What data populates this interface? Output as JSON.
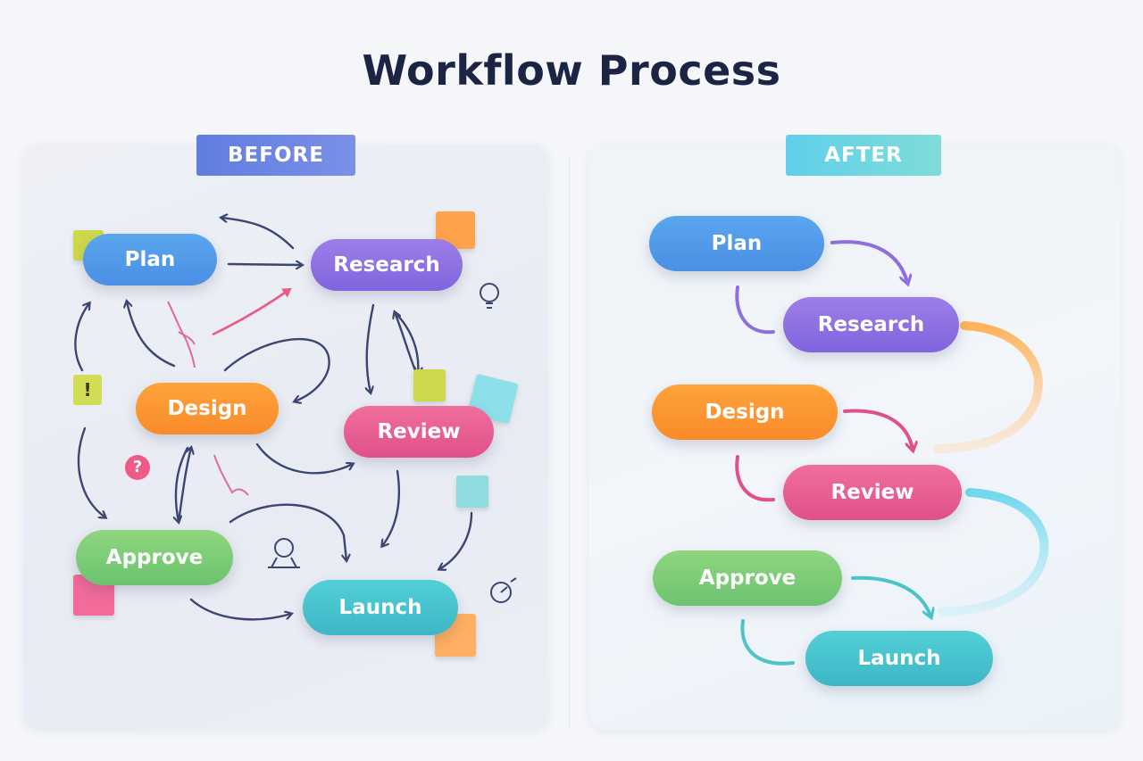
{
  "title": "Workflow Process",
  "before": {
    "label": "BEFORE",
    "steps": [
      "Plan",
      "Research",
      "Design",
      "Review",
      "Approve",
      "Launch"
    ]
  },
  "after": {
    "label": "AFTER",
    "steps": [
      "Plan",
      "Research",
      "Design",
      "Review",
      "Approve",
      "Launch"
    ]
  },
  "icons": {
    "exclamation": "!",
    "question": "?"
  },
  "colors": {
    "plan": "#4a8fe4",
    "research": "#8064de",
    "design": "#f98a2a",
    "review": "#e0508a",
    "approve": "#6cc36f",
    "launch": "#3db7c6"
  }
}
